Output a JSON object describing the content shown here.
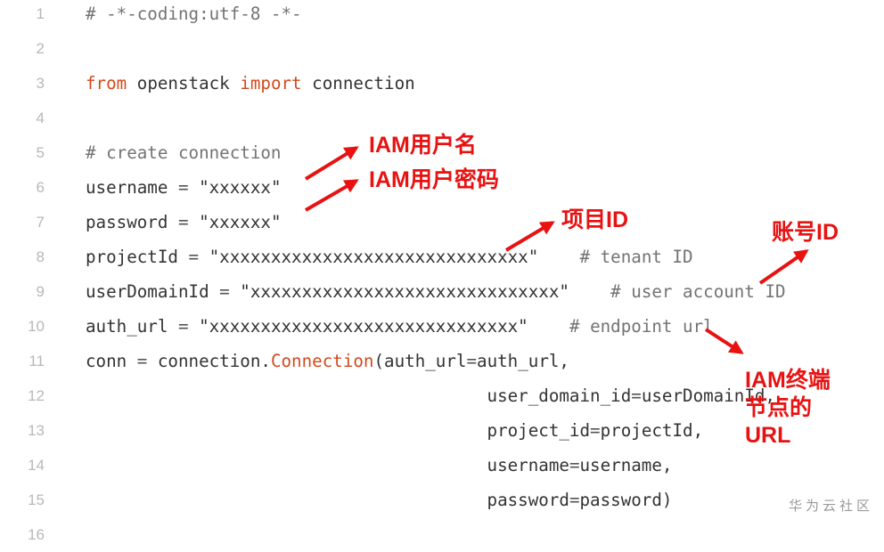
{
  "code_lines": [
    {
      "number": "1",
      "tokens": [
        {
          "text": "# -*-coding:utf-8 -*-",
          "kind": "comment"
        }
      ]
    },
    {
      "number": "2",
      "tokens": []
    },
    {
      "number": "3",
      "tokens": [
        {
          "text": "from",
          "kind": "keyword"
        },
        {
          "text": " openstack ",
          "kind": "plain"
        },
        {
          "text": "import",
          "kind": "keyword"
        },
        {
          "text": " connection",
          "kind": "plain"
        }
      ]
    },
    {
      "number": "4",
      "tokens": []
    },
    {
      "number": "5",
      "tokens": [
        {
          "text": "# create connection",
          "kind": "comment"
        }
      ]
    },
    {
      "number": "6",
      "tokens": [
        {
          "text": "username",
          "kind": "plain"
        },
        {
          "text": " = ",
          "kind": "op"
        },
        {
          "text": "\"xxxxxx\"",
          "kind": "string"
        }
      ]
    },
    {
      "number": "7",
      "tokens": [
        {
          "text": "password",
          "kind": "plain"
        },
        {
          "text": " = ",
          "kind": "op"
        },
        {
          "text": "\"xxxxxx\"",
          "kind": "string"
        }
      ]
    },
    {
      "number": "8",
      "tokens": [
        {
          "text": "projectId",
          "kind": "plain"
        },
        {
          "text": " = ",
          "kind": "op"
        },
        {
          "text": "\"xxxxxxxxxxxxxxxxxxxxxxxxxxxxxx\"",
          "kind": "string"
        },
        {
          "text": "    ",
          "kind": "plain"
        },
        {
          "text": "# tenant ID",
          "kind": "comment"
        }
      ]
    },
    {
      "number": "9",
      "tokens": [
        {
          "text": "userDomainId",
          "kind": "plain"
        },
        {
          "text": " = ",
          "kind": "op"
        },
        {
          "text": "\"xxxxxxxxxxxxxxxxxxxxxxxxxxxxxx\"",
          "kind": "string"
        },
        {
          "text": "    ",
          "kind": "plain"
        },
        {
          "text": "# user account ID",
          "kind": "comment"
        }
      ]
    },
    {
      "number": "10",
      "tokens": [
        {
          "text": "auth_url",
          "kind": "plain"
        },
        {
          "text": " = ",
          "kind": "op"
        },
        {
          "text": "\"xxxxxxxxxxxxxxxxxxxxxxxxxxxxxx\"",
          "kind": "string"
        },
        {
          "text": "    ",
          "kind": "plain"
        },
        {
          "text": "# endpoint url",
          "kind": "comment"
        }
      ]
    },
    {
      "number": "11",
      "tokens": [
        {
          "text": "conn",
          "kind": "plain"
        },
        {
          "text": " = ",
          "kind": "op"
        },
        {
          "text": "connection.",
          "kind": "plain"
        },
        {
          "text": "Connection",
          "kind": "call"
        },
        {
          "text": "(auth_url",
          "kind": "plain"
        },
        {
          "text": "=",
          "kind": "op"
        },
        {
          "text": "auth_url,",
          "kind": "plain"
        }
      ]
    },
    {
      "number": "12",
      "tokens": [
        {
          "text": "                                       user_domain_id",
          "kind": "plain"
        },
        {
          "text": "=",
          "kind": "op"
        },
        {
          "text": "userDomainId,",
          "kind": "plain"
        }
      ]
    },
    {
      "number": "13",
      "tokens": [
        {
          "text": "                                       project_id",
          "kind": "plain"
        },
        {
          "text": "=",
          "kind": "op"
        },
        {
          "text": "projectId,",
          "kind": "plain"
        }
      ]
    },
    {
      "number": "14",
      "tokens": [
        {
          "text": "                                       username",
          "kind": "plain"
        },
        {
          "text": "=",
          "kind": "op"
        },
        {
          "text": "username,",
          "kind": "plain"
        }
      ]
    },
    {
      "number": "15",
      "tokens": [
        {
          "text": "                                       password",
          "kind": "plain"
        },
        {
          "text": "=",
          "kind": "op"
        },
        {
          "text": "password)",
          "kind": "plain"
        }
      ]
    },
    {
      "number": "16",
      "tokens": []
    }
  ],
  "annotations": {
    "iam_username": "IAM用户名",
    "iam_password": "IAM用户密码",
    "project_id": "项目ID",
    "account_id": "账号ID",
    "iam_endpoint": "IAM终端\n节点的\nURL"
  },
  "watermark": "华为云社区",
  "colors": {
    "annotation": "#e81212",
    "keyword": "#d14a1e",
    "comment": "#737373",
    "line_number": "#b8b8b8"
  }
}
